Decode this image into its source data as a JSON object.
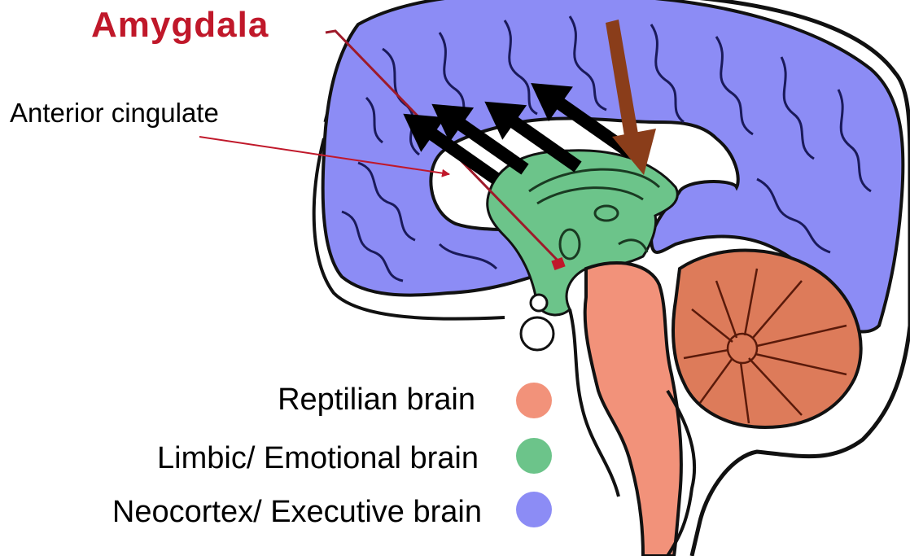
{
  "labels": {
    "amygdala": "Amygdala",
    "anterior_cingulate": "Anterior cingulate"
  },
  "legend": [
    {
      "label": "Reptilian brain",
      "color": "#f2927a"
    },
    {
      "label": "Limbic/ Emotional brain",
      "color": "#6cc48a"
    },
    {
      "label": "Neocortex/ Executive brain",
      "color": "#8c8cf5"
    }
  ],
  "colors": {
    "amygdala_text": "#c0182a",
    "pointer_line": "#9e1a2a",
    "cortex": "#8c8cf5",
    "limbic": "#6cc48a",
    "brainstem": "#f2927a",
    "cerebellum": "#dd7b5a",
    "outline": "#111111",
    "top_down_arrow": "#8a3d1a",
    "bottom_up_arrows": "#000000"
  }
}
